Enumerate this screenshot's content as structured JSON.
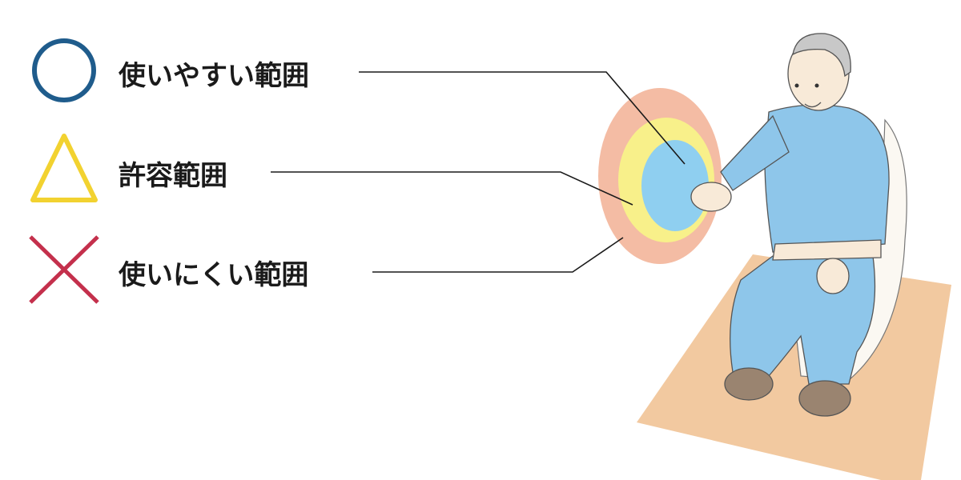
{
  "legend": [
    {
      "symbol": "circle-icon",
      "label": "使いやすい範囲",
      "color": "#1f5c8c"
    },
    {
      "symbol": "triangle-icon",
      "label": "許容範囲",
      "color": "#f2d230"
    },
    {
      "symbol": "cross-icon",
      "label": "使いにくい範囲",
      "color": "#c4304c"
    }
  ],
  "zones": {
    "easy": "#8fcff0",
    "acceptable": "#f8f08a",
    "difficult": "#f4bca4"
  },
  "figure": {
    "shirt": "#8ec6ea",
    "skin": "#f8ead8",
    "hair": "#c8c8c8",
    "rug": "#f2c9a0",
    "shoes": "#9a8470"
  }
}
